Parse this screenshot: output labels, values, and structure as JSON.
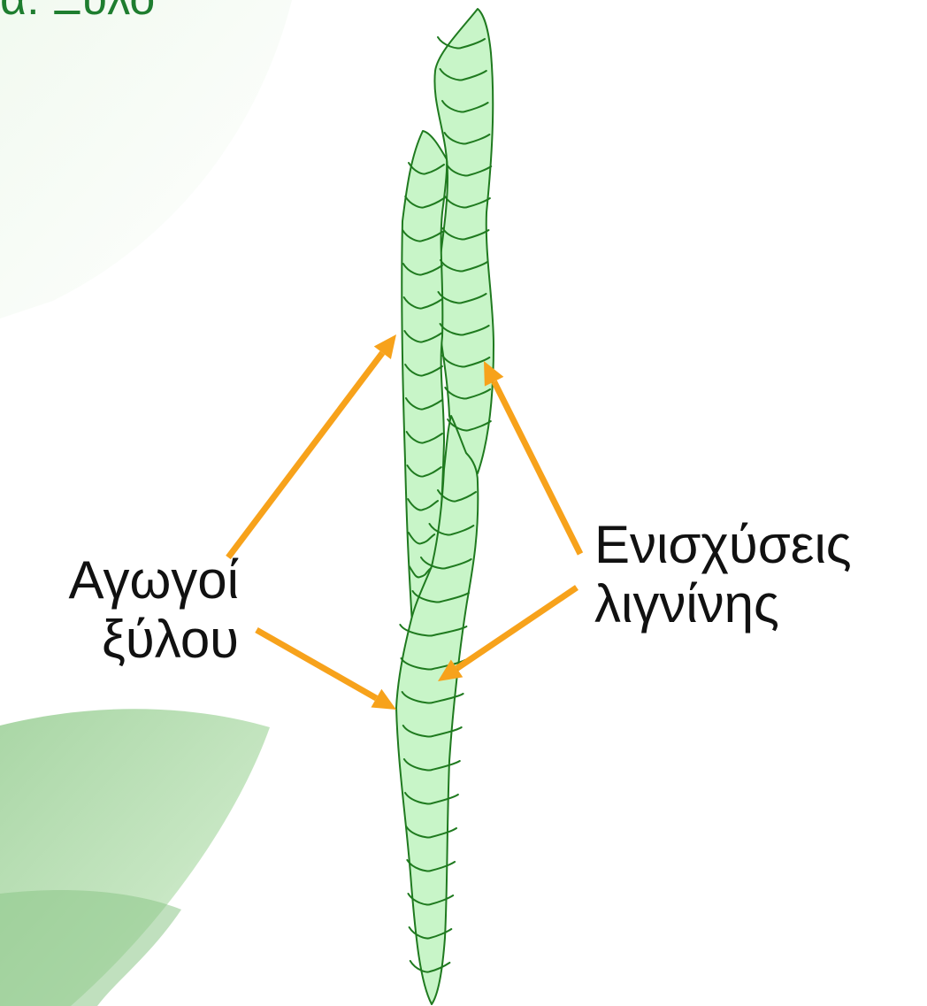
{
  "title": "α: Ξύλο",
  "labels": {
    "left_line1": "Αγωγοί",
    "left_line2": "ξύλου",
    "right_line1": "Ενισχύσεις",
    "right_line2": "λιγνίνης"
  },
  "colors": {
    "title": "#1e7d2f",
    "cell_fill": "#c8f5c8",
    "cell_outline": "#1f7a1f",
    "arrow": "#f7a21b",
    "label_text": "#111111",
    "background_leaf_dark": "#9fd09c",
    "background_leaf_light": "#dff0dc"
  }
}
